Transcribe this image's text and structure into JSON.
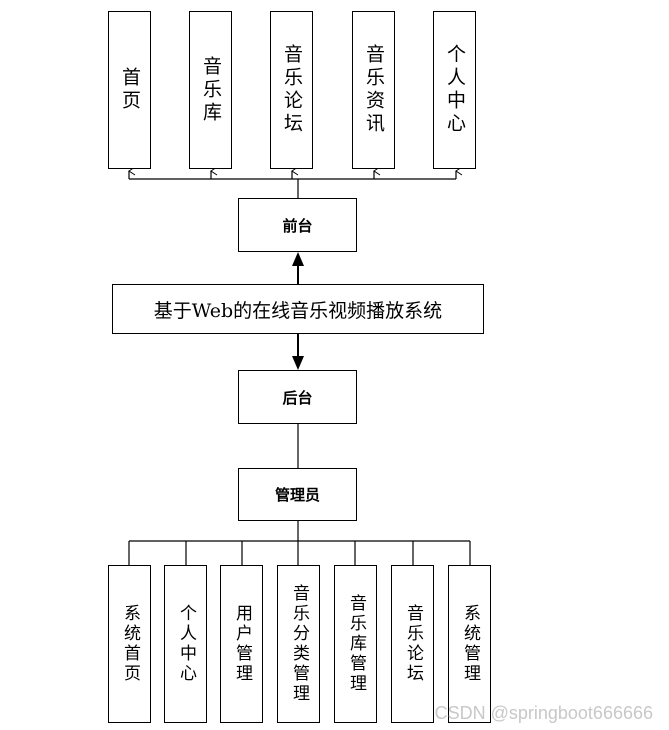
{
  "front": {
    "label": "前台",
    "modules": [
      "首页",
      "音乐库",
      "音乐论坛",
      "音乐资讯",
      "个人中心"
    ]
  },
  "system_title": "基于Web的在线音乐视频播放系统",
  "back": {
    "label": "后台"
  },
  "admin": {
    "label": "管理员",
    "modules": [
      "系统首页",
      "个人中心",
      "用户管理",
      "音乐分类管理",
      "音乐库管理",
      "音乐论坛",
      "系统管理"
    ]
  },
  "watermark": "CSDN @springboot666666"
}
